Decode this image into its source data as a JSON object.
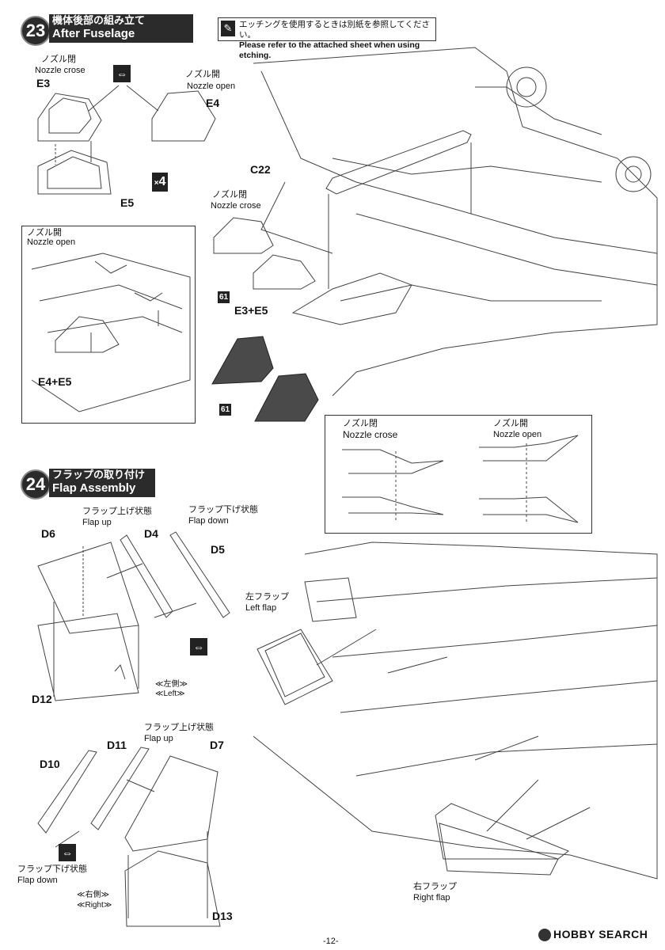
{
  "step23": {
    "number": "23",
    "title_jp": "機体後部の組み立て",
    "title_en": "After Fuselage Assembly"
  },
  "etching_note": {
    "jp": "エッチングを使用するときは別紙を参照してください。",
    "en": "Please refer to the attached sheet when using etching."
  },
  "step23_labels": {
    "nozzle_closed_jp_1": "ノズル閉",
    "nozzle_crose_en_1": "Nozzle crose",
    "nozzle_open_jp_1": "ノズル開",
    "nozzle_open_en_1": "Nozzle open",
    "part_e3": "E3",
    "part_e4": "E4",
    "part_e5": "E5",
    "quantity": "4",
    "part_c22": "C22",
    "nozzle_closed_jp_2": "ノズル閉",
    "nozzle_crose_en_2": "Nozzle crose",
    "inset_nozzle_open_jp": "ノズル開",
    "inset_nozzle_open_en": "Nozzle open",
    "paint_61_a": "61",
    "paint_61_b": "61",
    "combo_e3_e5": "E3+E5",
    "combo_e4_e5": "E4+E5",
    "detail_closed_jp": "ノズル閉",
    "detail_closed_en": "Nozzle crose",
    "detail_open_jp": "ノズル開",
    "detail_open_en": "Nozzle open"
  },
  "step24": {
    "number": "24",
    "title_jp": "フラップの取り付け",
    "title_en": "Flap Assembly"
  },
  "step24_labels": {
    "flap_up_jp_1": "フラップ上げ状態",
    "flap_up_en_1": "Flap up",
    "flap_down_jp_1": "フラップ下げ状態",
    "flap_down_en_1": "Flap down",
    "part_d6": "D6",
    "part_d4": "D4",
    "part_d5": "D5",
    "part_d12": "D12",
    "left_jp": "≪左側≫",
    "left_en": "≪Left≫",
    "left_flap_jp": "左フラップ",
    "left_flap_en": "Left flap",
    "flap_up_jp_2": "フラップ上げ状態",
    "flap_up_en_2": "Flap up",
    "part_d11": "D11",
    "part_d7": "D7",
    "part_d10": "D10",
    "flap_down_jp_2": "フラップ下げ状態",
    "flap_down_en_2": "Flap down",
    "right_jp": "≪右側≫",
    "right_en": "≪Right≫",
    "part_d13": "D13",
    "right_flap_jp": "右フラップ",
    "right_flap_en": "Right flap"
  },
  "footer": {
    "page": "-12-",
    "brand": "HOBBY SEARCH"
  },
  "colors": {
    "dark_fill": "#4a4a4a",
    "line": "#333333",
    "badge": "#222222"
  },
  "icons": [
    "etching-brush-icon",
    "arrow-double-icon",
    "hobby-search-logo-icon"
  ]
}
